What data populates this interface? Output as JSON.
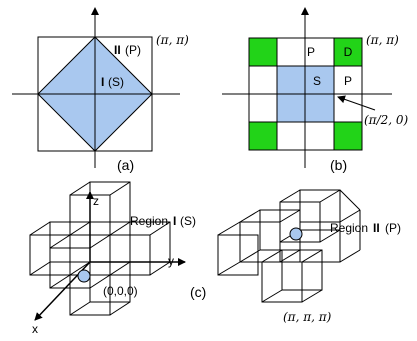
{
  "colors": {
    "blue_fill": "#a9c8ef",
    "green_fill": "#22d318",
    "line": "#000000",
    "dot": "#a9c8ef"
  },
  "panel_a": {
    "corner_label": "(π, π)",
    "region_II_label": "II",
    "region_II_suffix": "(P)",
    "region_I_label": "I",
    "region_I_suffix": "(S)",
    "caption": "(a)"
  },
  "panel_b": {
    "corner_label": "(π, π)",
    "cell_P_top": "P",
    "cell_D": "D",
    "cell_S": "S",
    "cell_P_right": "P",
    "arrow_label": "(π/2, 0)",
    "caption": "(b)"
  },
  "panel_c": {
    "axis_z": "z",
    "axis_y": "y",
    "axis_x": "x",
    "origin_label": "(0,0,0)",
    "region_I_title_prefix": "Region",
    "region_I_roman": "I",
    "region_I_suffix": "(S)",
    "caption": "(c)"
  },
  "panel_d": {
    "region_II_title_prefix": "Region",
    "region_II_roman": "II",
    "region_II_suffix": "(P)",
    "point_label": "(π, π, π)"
  }
}
